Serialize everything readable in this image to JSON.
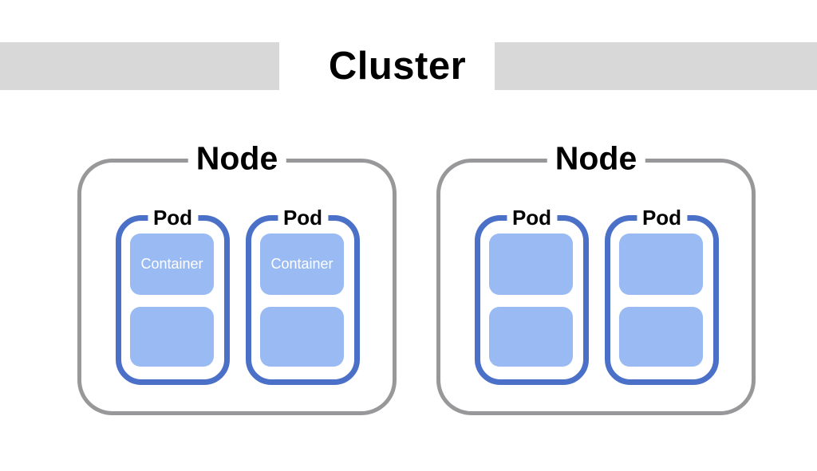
{
  "cluster": {
    "title": "Cluster",
    "nodes": [
      {
        "label": "Node",
        "pods": [
          {
            "label": "Pod",
            "containers": [
              {
                "label": "Container"
              },
              {
                "label": ""
              }
            ]
          },
          {
            "label": "Pod",
            "containers": [
              {
                "label": "Container"
              },
              {
                "label": ""
              }
            ]
          }
        ]
      },
      {
        "label": "Node",
        "pods": [
          {
            "label": "Pod",
            "containers": [
              {
                "label": ""
              },
              {
                "label": ""
              }
            ]
          },
          {
            "label": "Pod",
            "containers": [
              {
                "label": ""
              },
              {
                "label": ""
              }
            ]
          }
        ]
      }
    ]
  },
  "colors": {
    "background": "#ffffff",
    "header_bar": "#d8d8d8",
    "node_border": "#98989a",
    "pod_border": "#4a70c8",
    "container_fill": "#99baf2",
    "container_text": "#ffffff",
    "label_text": "#000000"
  }
}
